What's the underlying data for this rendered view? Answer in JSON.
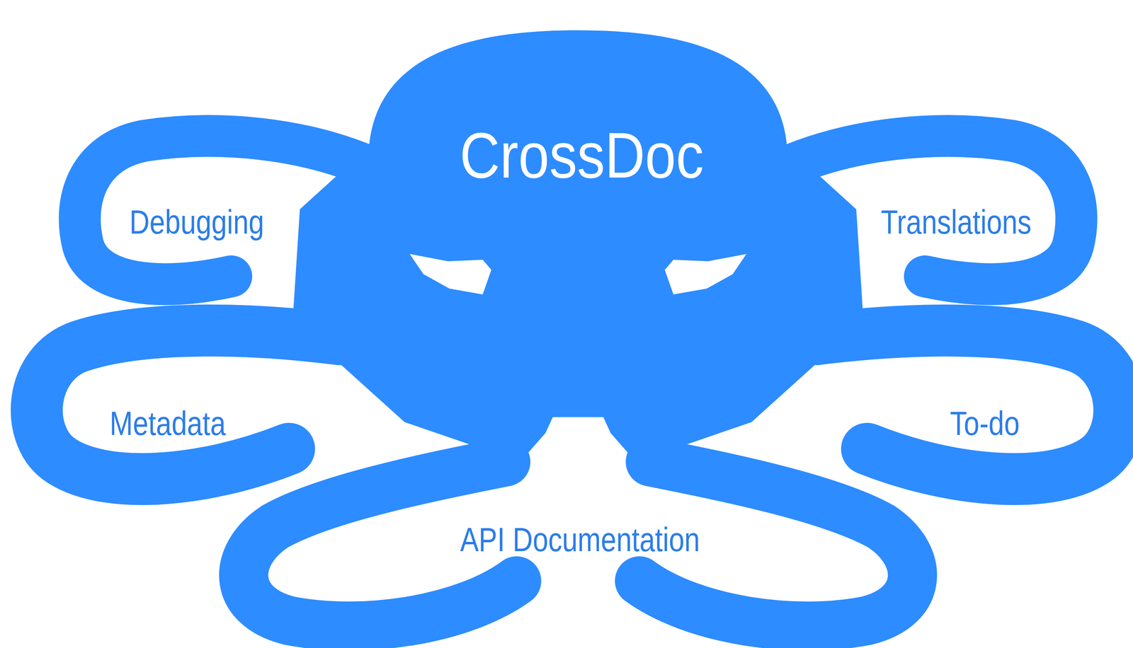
{
  "diagram": {
    "nodes": [
      {
        "text": [
          "CrossDoc"
        ]
      }
    ],
    "labels": [
      "Debugging",
      "Translations",
      "Metadata",
      "To-do",
      "API Documentation"
    ]
  }
}
